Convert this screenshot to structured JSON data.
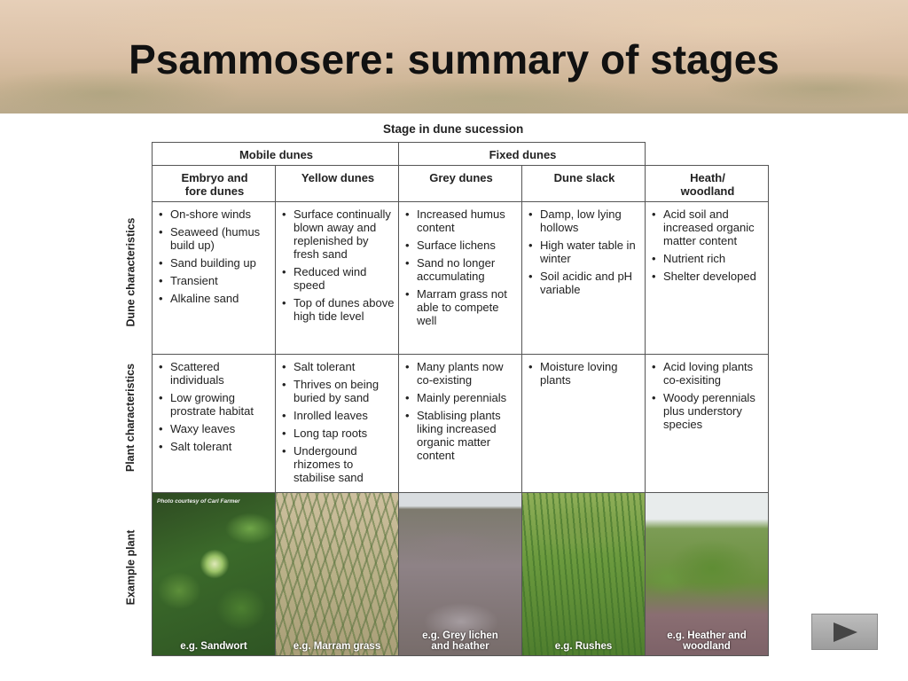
{
  "slide": {
    "title": "Psammosere: summary of stages"
  },
  "figure": {
    "stage_header": "Stage in dune sucession",
    "groups": {
      "mobile": "Mobile dunes",
      "fixed": "Fixed dunes"
    },
    "columns": [
      {
        "heading": "Embryo and\nfore dunes"
      },
      {
        "heading": "Yellow dunes"
      },
      {
        "heading": "Grey dunes"
      },
      {
        "heading": "Dune slack"
      },
      {
        "heading": "Heath/\nwoodland"
      }
    ],
    "row_labels": {
      "dune": "Dune characteristics",
      "plant": "Plant characteristics",
      "example": "Example plant"
    },
    "dune_characteristics": [
      [
        "On-shore winds",
        "Seaweed (humus build up)",
        "Sand building up",
        "Transient",
        "Alkaline sand"
      ],
      [
        "Surface continually blown away and replenished by fresh sand",
        "Reduced wind speed",
        "Top of dunes above high tide level"
      ],
      [
        "Increased humus content",
        "Surface lichens",
        "Sand no longer accumulating",
        "Marram grass not able to compete well"
      ],
      [
        "Damp, low lying hollows",
        "High water table in winter",
        "Soil acidic and pH variable"
      ],
      [
        "Acid soil and increased organic matter content",
        "Nutrient rich",
        "Shelter developed"
      ]
    ],
    "plant_characteristics": [
      [
        "Scattered individuals",
        "Low growing prostrate habitat",
        "Waxy leaves",
        "Salt tolerant"
      ],
      [
        "Salt tolerant",
        "Thrives on being buried by sand",
        "Inrolled leaves",
        "Long tap roots",
        "Undergound rhizomes to stabilise sand"
      ],
      [
        "Many plants now co-existing",
        "Mainly perennials",
        "Stablising plants liking increased organic matter content"
      ],
      [
        "Moisture loving plants"
      ],
      [
        "Acid loving plants co-exisiting",
        "Woody perennials plus understory species"
      ]
    ],
    "example_plants": [
      {
        "caption": "e.g. Sandwort",
        "credit": "Photo courtesy of Carl Farmer"
      },
      {
        "caption": "e.g. Marram grass"
      },
      {
        "caption": "e.g. Grey lichen\nand heather"
      },
      {
        "caption": "e.g. Rushes"
      },
      {
        "caption": "e.g. Heather and\nwoodland"
      }
    ]
  },
  "controls": {
    "next_icon": "play-triangle-icon",
    "button_color": "#aaaaaa"
  }
}
